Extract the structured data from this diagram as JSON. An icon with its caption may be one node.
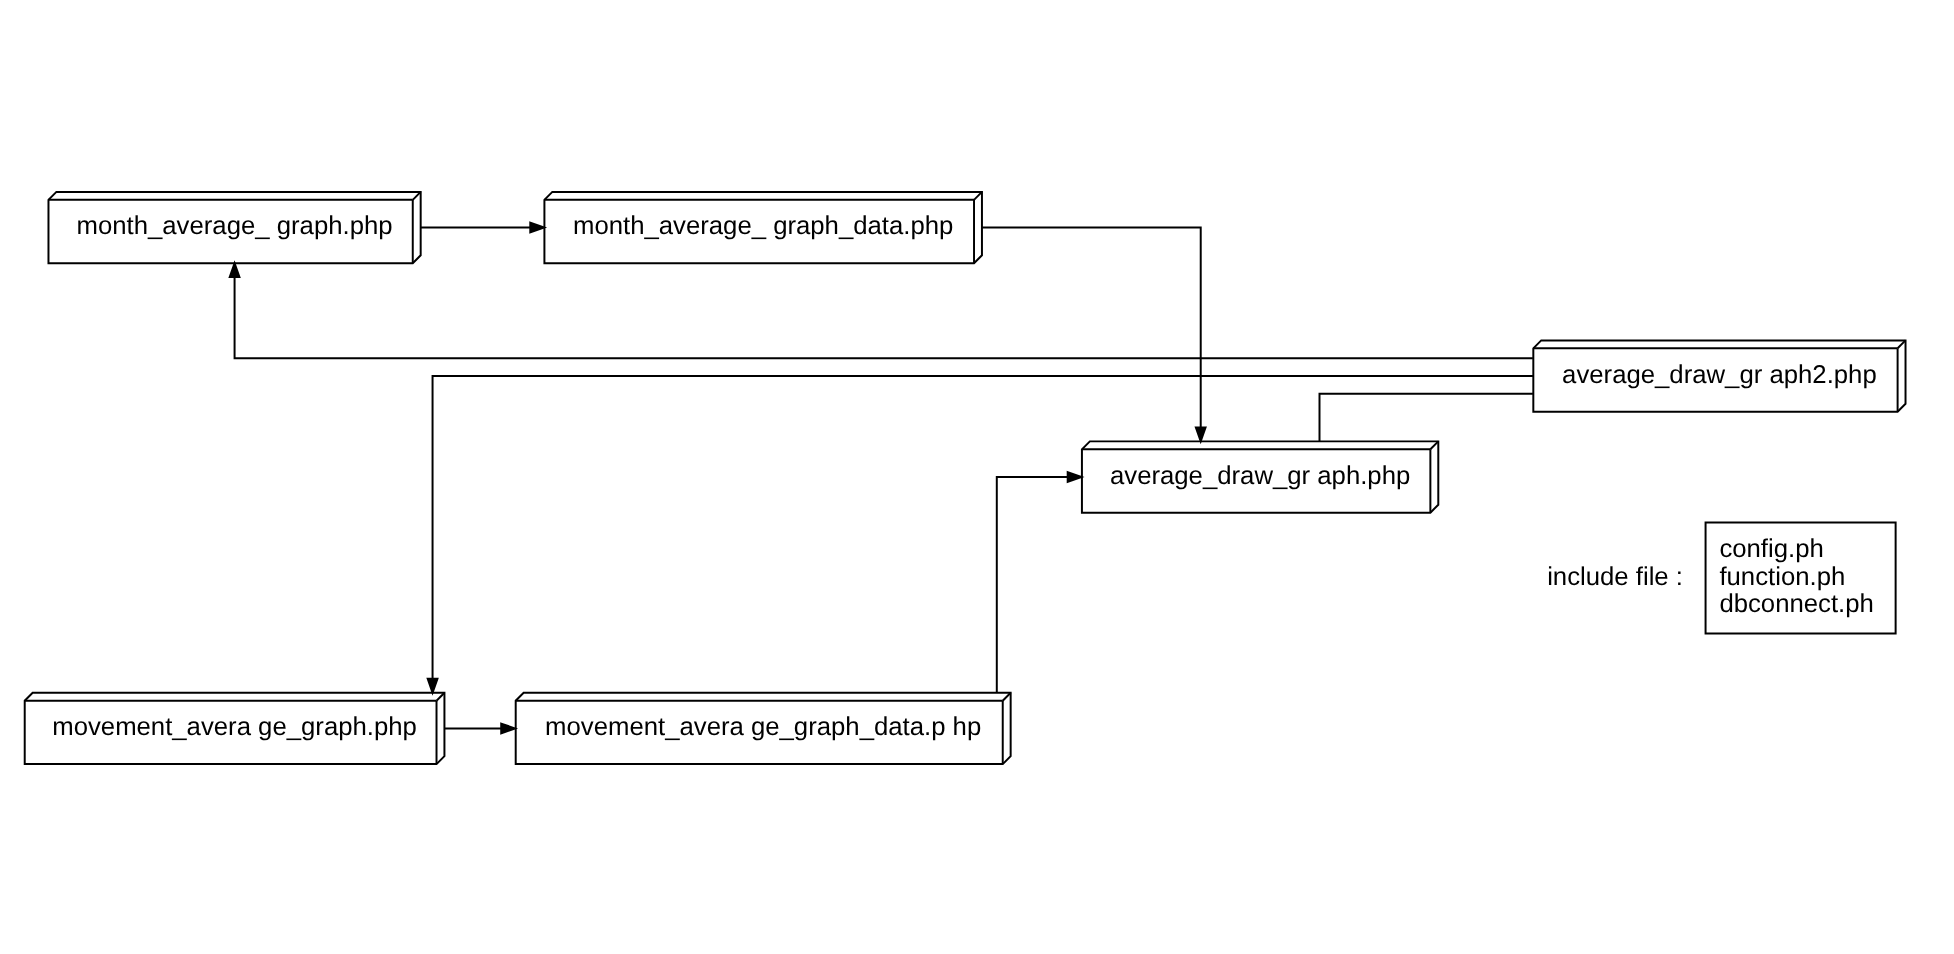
{
  "diagram": {
    "nodes": [
      {
        "text": [
          "month_average_ graph.php"
        ]
      },
      {
        "text": [
          "month_average_ graph_data.php"
        ]
      },
      {
        "text": [
          "average_draw_gr aph.php"
        ]
      },
      {
        "text": [
          "average_draw_gr aph2.php"
        ]
      },
      {
        "text": [
          "movement_avera ge_graph.php"
        ]
      },
      {
        "text": [
          "movement_avera ge_graph_data.p hp"
        ]
      },
      {
        "text": [
          "config.ph",
          "function.ph",
          "dbconnect.ph"
        ],
        "beside": [
          "include file :"
        ]
      }
    ],
    "edges": [
      {
        "from": 0,
        "to": 1,
        "arrow": "to"
      },
      {
        "from": 1,
        "to": 2,
        "arrow": "to"
      },
      {
        "from": 4,
        "to": 5,
        "arrow": "to"
      },
      {
        "from": 5,
        "to": 2,
        "arrow": "to"
      },
      {
        "from": 2,
        "to": 3,
        "arrow": "none"
      },
      {
        "from": 3,
        "to": 0,
        "arrow": "to"
      },
      {
        "from": 3,
        "to": 4,
        "arrow": "to"
      }
    ]
  }
}
